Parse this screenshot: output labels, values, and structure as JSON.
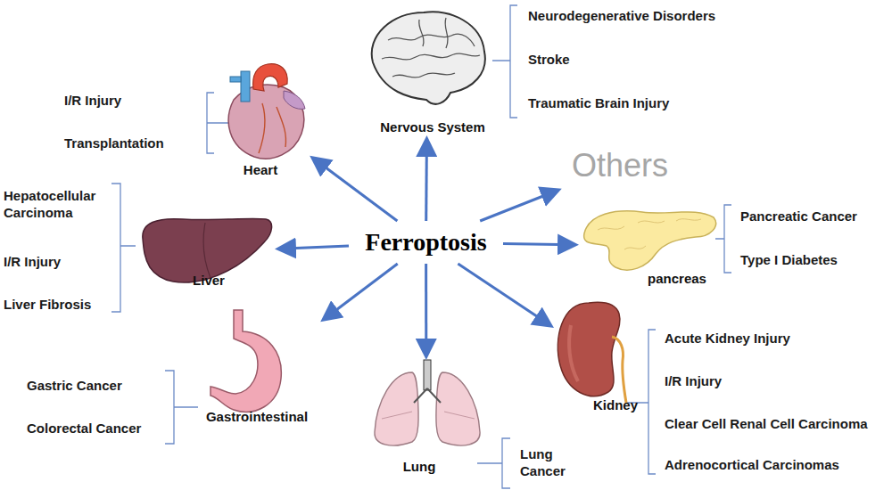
{
  "diagram": {
    "nodes": [
      {
        "text": [
          "Ferroptosis"
        ]
      },
      {
        "text": [
          "Heart"
        ]
      },
      {
        "text": [
          "Nervous System"
        ]
      },
      {
        "text": [
          "Others"
        ]
      },
      {
        "text": [
          "pancreas"
        ]
      },
      {
        "text": [
          "Kidney"
        ]
      },
      {
        "text": [
          "Lung"
        ]
      },
      {
        "text": [
          "Gastrointestinal"
        ]
      },
      {
        "text": [
          "Liver"
        ]
      }
    ],
    "edges": [
      {
        "from": 0,
        "to": 1,
        "arrow": "to"
      },
      {
        "from": 0,
        "to": 2,
        "arrow": "to"
      },
      {
        "from": 0,
        "to": 3,
        "arrow": "to"
      },
      {
        "from": 0,
        "to": 4,
        "arrow": "to"
      },
      {
        "from": 0,
        "to": 5,
        "arrow": "to"
      },
      {
        "from": 0,
        "to": 6,
        "arrow": "to"
      },
      {
        "from": 0,
        "to": 7,
        "arrow": "to"
      },
      {
        "from": 0,
        "to": 8,
        "arrow": "to"
      }
    ],
    "labels": [
      "I/R Injury",
      "Transplantation",
      "Neurodegenerative Disorders",
      "Stroke",
      "Traumatic Brain Injury",
      "Pancreatic Cancer",
      "Type I Diabetes",
      "Acute Kidney Injury",
      "I/R Injury",
      "Clear Cell Renal Cell Carcinoma",
      "Adrenocortical Carcinomas",
      "Lung Cancer",
      "Gastric Cancer",
      "Colorectal Cancer",
      "Hepatocellular Carcinoma",
      "I/R Injury",
      "Liver Fibrosis"
    ]
  }
}
